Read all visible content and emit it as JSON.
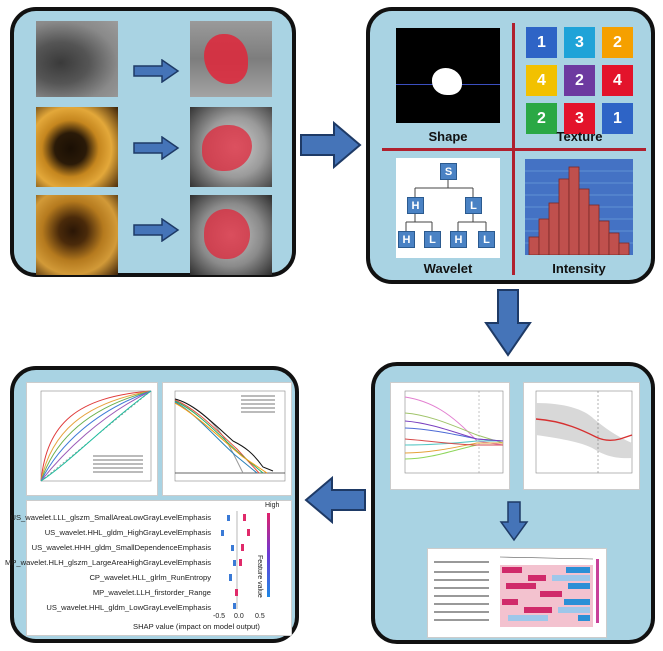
{
  "panels": {
    "feature_extraction": {
      "shape_label": "Shape",
      "texture_label": "Texture",
      "wavelet_label": "Wavelet",
      "intensity_label": "Intensity",
      "texture_grid": [
        {
          "n": "1",
          "c": "#2e64c6"
        },
        {
          "n": "3",
          "c": "#1fa3d8"
        },
        {
          "n": "2",
          "c": "#f5a000"
        },
        {
          "n": "4",
          "c": "#f2c100"
        },
        {
          "n": "2",
          "c": "#6d3aa0"
        },
        {
          "n": "4",
          "c": "#e3132b"
        },
        {
          "n": "2",
          "c": "#2aa845"
        },
        {
          "n": "3",
          "c": "#e3132b"
        },
        {
          "n": "1",
          "c": "#2e64c6"
        }
      ],
      "wavelet_nodes": {
        "root": "S",
        "l1": [
          "H",
          "L"
        ],
        "l2": [
          "H",
          "L",
          "H",
          "L"
        ]
      }
    },
    "shap": {
      "high_label": "High",
      "axis_label": "Feature value",
      "xlabel": "SHAP value (impact on model output)",
      "ticks": [
        "-0.5",
        "0.0",
        "0.5"
      ],
      "features": [
        "US_wavelet.LLL_glszm_SmallAreaLowGrayLevelEmphasis",
        "US_wavelet.HHL_gldm_HighGrayLevelEmphasis",
        "US_wavelet.HHH_gldm_SmallDependenceEmphasis",
        "MP_wavelet.HLH_glszm_LargeAreaHighGrayLevelEmphasis",
        "CP_wavelet.HLL_glrlm_RunEntropy",
        "MP_wavelet.LLH_firstorder_Range",
        "US_wavelet.HHL_gldm_LowGrayLevelEmphasis"
      ]
    }
  },
  "colors": {
    "panel_bg": "#a9d3e3",
    "arrow": "#4574b8",
    "mask": "#e0263a"
  }
}
